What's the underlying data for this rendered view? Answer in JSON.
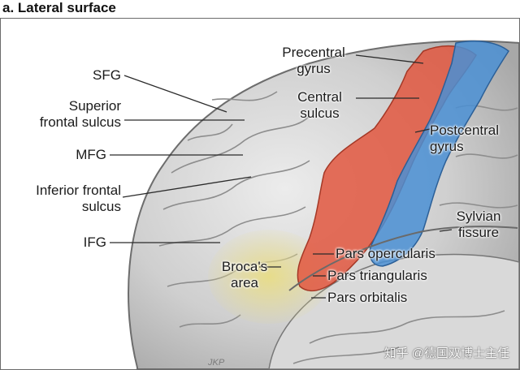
{
  "title": "a. Lateral surface",
  "labels": {
    "sfg": "SFG",
    "superior_frontal_sulcus": "Superior\nfrontal sulcus",
    "mfg": "MFG",
    "inferior_frontal_sulcus": "Inferior frontal\nsulcus",
    "ifg": "IFG",
    "brocas_area": "Broca's\narea",
    "precentral_gyrus": "Precentral\ngyrus",
    "central_sulcus": "Central\nsulcus",
    "postcentral_gyrus": "Postcentral\ngyrus",
    "sylvian_fissure": "Sylvian\nfissure",
    "pars_opercularis": "Pars opercularis",
    "pars_triangularis": "Pars triangularis",
    "pars_orbitalis": "Pars orbitalis"
  },
  "watermark": "知乎 @德国双博士主任",
  "signature": "JKP",
  "colors": {
    "precentral": "#e2573f",
    "postcentral": "#4a8fd3",
    "broca": "#e8dc86",
    "brain": "#c9c9c9",
    "brain_light": "#e4e4e4"
  }
}
